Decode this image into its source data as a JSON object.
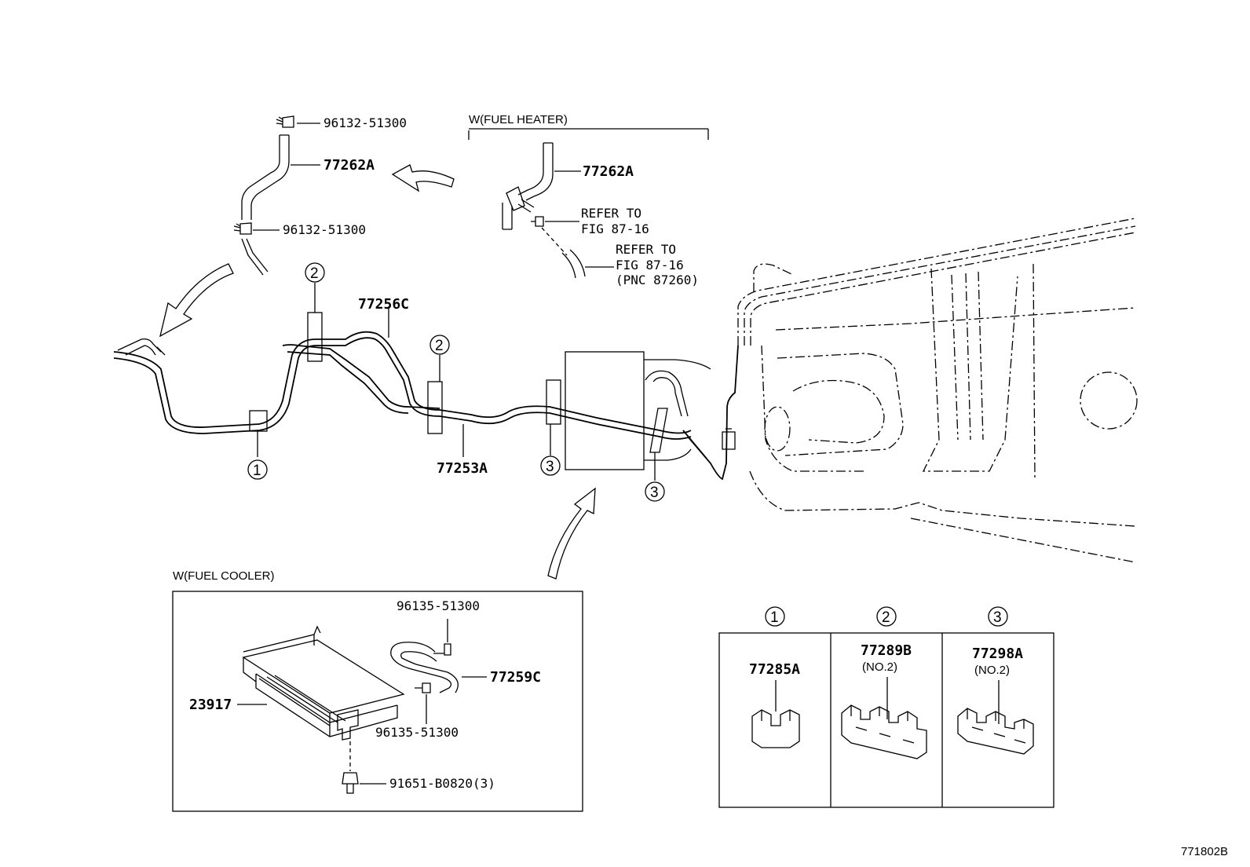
{
  "diagram": {
    "fig_code": "771802B",
    "top_hose": {
      "clamp_upper": "96132-51300",
      "hose": "77262A",
      "clamp_lower": "96132-51300"
    },
    "fuel_heater": {
      "title": "W(FUEL HEATER)",
      "hose": "77262A",
      "refer1": [
        "REFER TO",
        "FIG 87-16"
      ],
      "refer2": [
        "REFER TO",
        "FIG 87-16",
        "(PNC 87260)"
      ]
    },
    "main_tubes": {
      "upper_tube": "77256C",
      "lower_tube": "77253A",
      "clamp_refs": [
        "1",
        "2",
        "2",
        "3",
        "3"
      ]
    },
    "fuel_cooler": {
      "title": "W(FUEL COOLER)",
      "clamp_top": "96135-51300",
      "hose": "77259C",
      "cooler": "23917",
      "clamp_bottom": "96135-51300",
      "bolt": "91651-B0820(3)"
    },
    "legend": [
      {
        "ref": "1",
        "part": "77285A",
        "sub": ""
      },
      {
        "ref": "2",
        "part": "77289B",
        "sub": "(NO.2)"
      },
      {
        "ref": "3",
        "part": "77298A",
        "sub": "(NO.2)"
      }
    ]
  }
}
